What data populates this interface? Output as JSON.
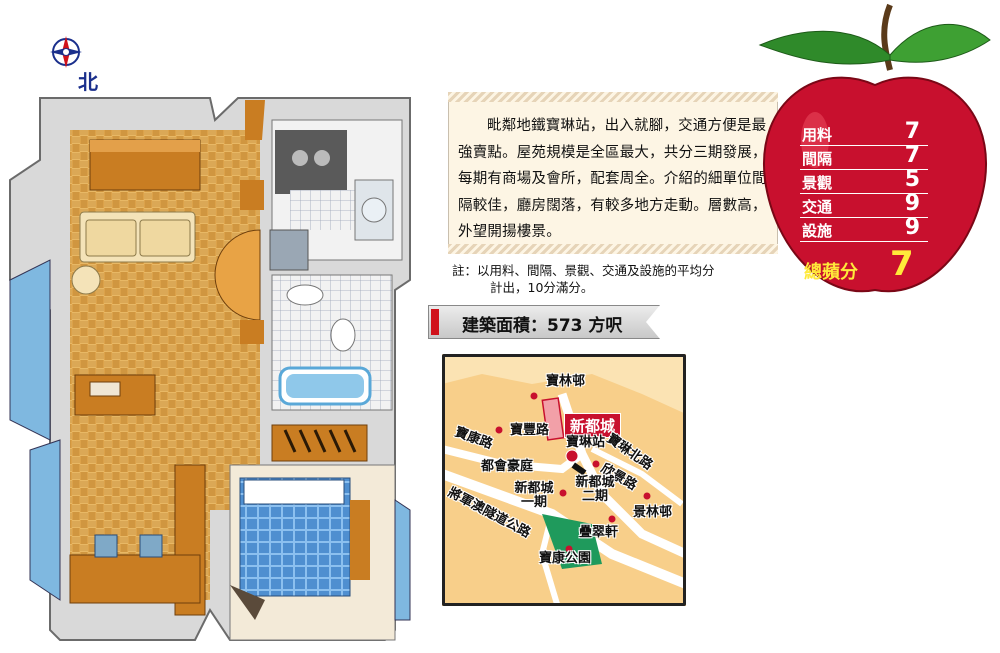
{
  "compass": {
    "north_label": "北",
    "icon": "compass-icon"
  },
  "description": {
    "text": "毗鄰地鐵寶琳站，出入就腳，交通方便是最強賣點。屋苑規模是全區最大，共分三期發展，每期有商場及會所，配套周全。介紹的細單位間隔較佳，廳房闊落，有較多地方走動。層數高，外望開揚樓景。"
  },
  "note": {
    "prefix": "註：",
    "line1": "以用料、間隔、景觀、交通及設施的平均分",
    "line2": "計出，10分滿分。"
  },
  "area": {
    "label": "建築面積：573 方呎"
  },
  "scores": {
    "items": [
      {
        "label": "用料",
        "value": "7"
      },
      {
        "label": "間隔",
        "value": "7"
      },
      {
        "label": "景觀",
        "value": "5"
      },
      {
        "label": "交通",
        "value": "9"
      },
      {
        "label": "設施",
        "value": "9"
      }
    ],
    "total_label": "總蘋分",
    "total_value": "7"
  },
  "map": {
    "labels": {
      "po_lam_estate": "寶林邨",
      "metro_city": "新都城",
      "po_fung_rd": "寶豐路",
      "po_hong_rd": "寶康路",
      "po_lam_station": "寶琳站",
      "po_lam_rd_north": "寶琳北路",
      "yan_king_rd": "欣景路",
      "metro_city_phase2": "新都城二期",
      "metropolis_garden": "都會豪庭",
      "metro_city_phase1": "新都城一期",
      "tseung_kwan_o_tunnel_rd": "將軍澳隧道公路",
      "king_lam_estate": "景林邨",
      "tip_chui_court": "疊翠軒",
      "po_hong_park": "寶康公園"
    },
    "colors": {
      "land": "#f8cf8a",
      "road": "#ffffff",
      "park": "#1f9a5c",
      "highlight": "#c8102e"
    }
  },
  "colors": {
    "apple_red": "#c8102e",
    "score_yellow": "#ffe93a",
    "floor_wood": "#d99a3e",
    "wall": "#dcdcdc",
    "glass_blue": "#5aa8d8"
  }
}
